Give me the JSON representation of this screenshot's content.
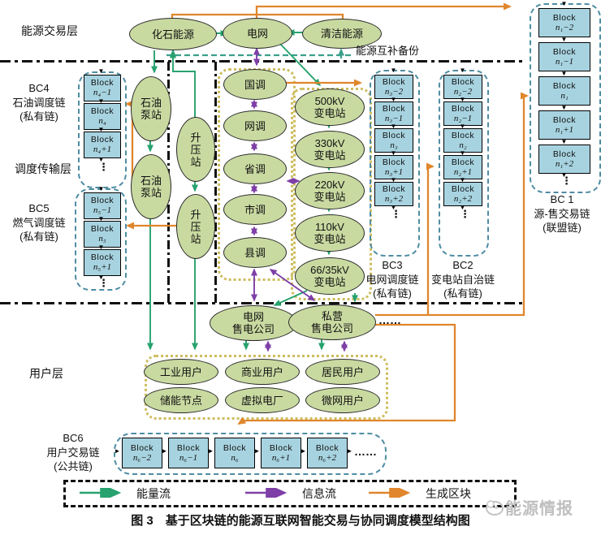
{
  "layers": {
    "trading": "能源交易层",
    "dispatch_transmission": "调度传输层",
    "user": "用户层"
  },
  "annotations": {
    "backup": "能源互补备份",
    "sellers_more": "……"
  },
  "nodes": {
    "fossil": "化石能源",
    "grid": "电网",
    "clean": "清洁能源",
    "oil_pump": "石油泵站",
    "boost_station": "升压站",
    "dispatch_centers": [
      "国调",
      "网调",
      "省调",
      "市调",
      "县调"
    ],
    "substations": [
      {
        "kv": "500kV",
        "label": "变电站"
      },
      {
        "kv": "330kV",
        "label": "变电站"
      },
      {
        "kv": "220kV",
        "label": "变电站"
      },
      {
        "kv": "110kV",
        "label": "变电站"
      },
      {
        "kv": "66/35kV",
        "label": "变电站"
      }
    ],
    "sellers": {
      "grid": {
        "l1": "电网",
        "l2": "售电公司"
      },
      "private": {
        "l1": "私营",
        "l2": "售电公司"
      }
    },
    "users_row1": [
      "工业用户",
      "商业用户",
      "居民用户"
    ],
    "users_row2": [
      "储能节点",
      "虚拟电厂",
      "微网用户"
    ]
  },
  "ui": {
    "block_label": "Block"
  },
  "chains": {
    "bc1": {
      "name": "BC 1",
      "desc": "源-售交易链",
      "type": "(联盟链)",
      "blocks": [
        "n₁−2",
        "n₁−1",
        "n₁",
        "n₁+1",
        "n₁+2"
      ],
      "more": "⋮"
    },
    "bc2": {
      "name": "BC2",
      "desc": "变电站自治链",
      "type": "(私有链)",
      "blocks": [
        "n₂−2",
        "n₂−1",
        "n₂",
        "n₂+1",
        "n₂+2"
      ],
      "more": "⋮"
    },
    "bc3": {
      "name": "BC3",
      "desc": "电网调度链",
      "type": "(私有链)",
      "blocks": [
        "n₃−2",
        "n₃−1",
        "n₃",
        "n₃+1",
        "n₃+2"
      ],
      "more": "⋮"
    },
    "bc4": {
      "name": "BC4",
      "desc": "石油调度链",
      "type": "(私有链)",
      "blocks": [
        "n₄−1",
        "n₄",
        "n₄+1"
      ],
      "more": "⋮"
    },
    "bc5": {
      "name": "BC5",
      "desc": "燃气调度链",
      "type": "(私有链)",
      "blocks": [
        "n₅−1",
        "n₅",
        "n₅+1"
      ],
      "more": "⋮"
    },
    "bc6": {
      "name": "BC6",
      "desc": "用户交易链",
      "type": "(公共链)",
      "blocks": [
        "n₆−2",
        "n₆−1",
        "n₆",
        "n₆+1",
        "n₆+2"
      ],
      "more": "……"
    }
  },
  "legend": {
    "energy_flow": "能量流",
    "info_flow": "信息流",
    "block_gen": "生成区块"
  },
  "caption": "图 3　基于区块链的能源互联网智能交易与协同调度模型结构图",
  "watermark": "能源情报",
  "colors": {
    "energy_flow": "#27a26e",
    "info_flow": "#7e3fa7",
    "block_gen": "#e0862c",
    "node_fill": "#c9daa1",
    "block_fill": "#a7d3e0",
    "chain_border": "#4e8ca3",
    "dotted_border": "#cdbd5f"
  }
}
